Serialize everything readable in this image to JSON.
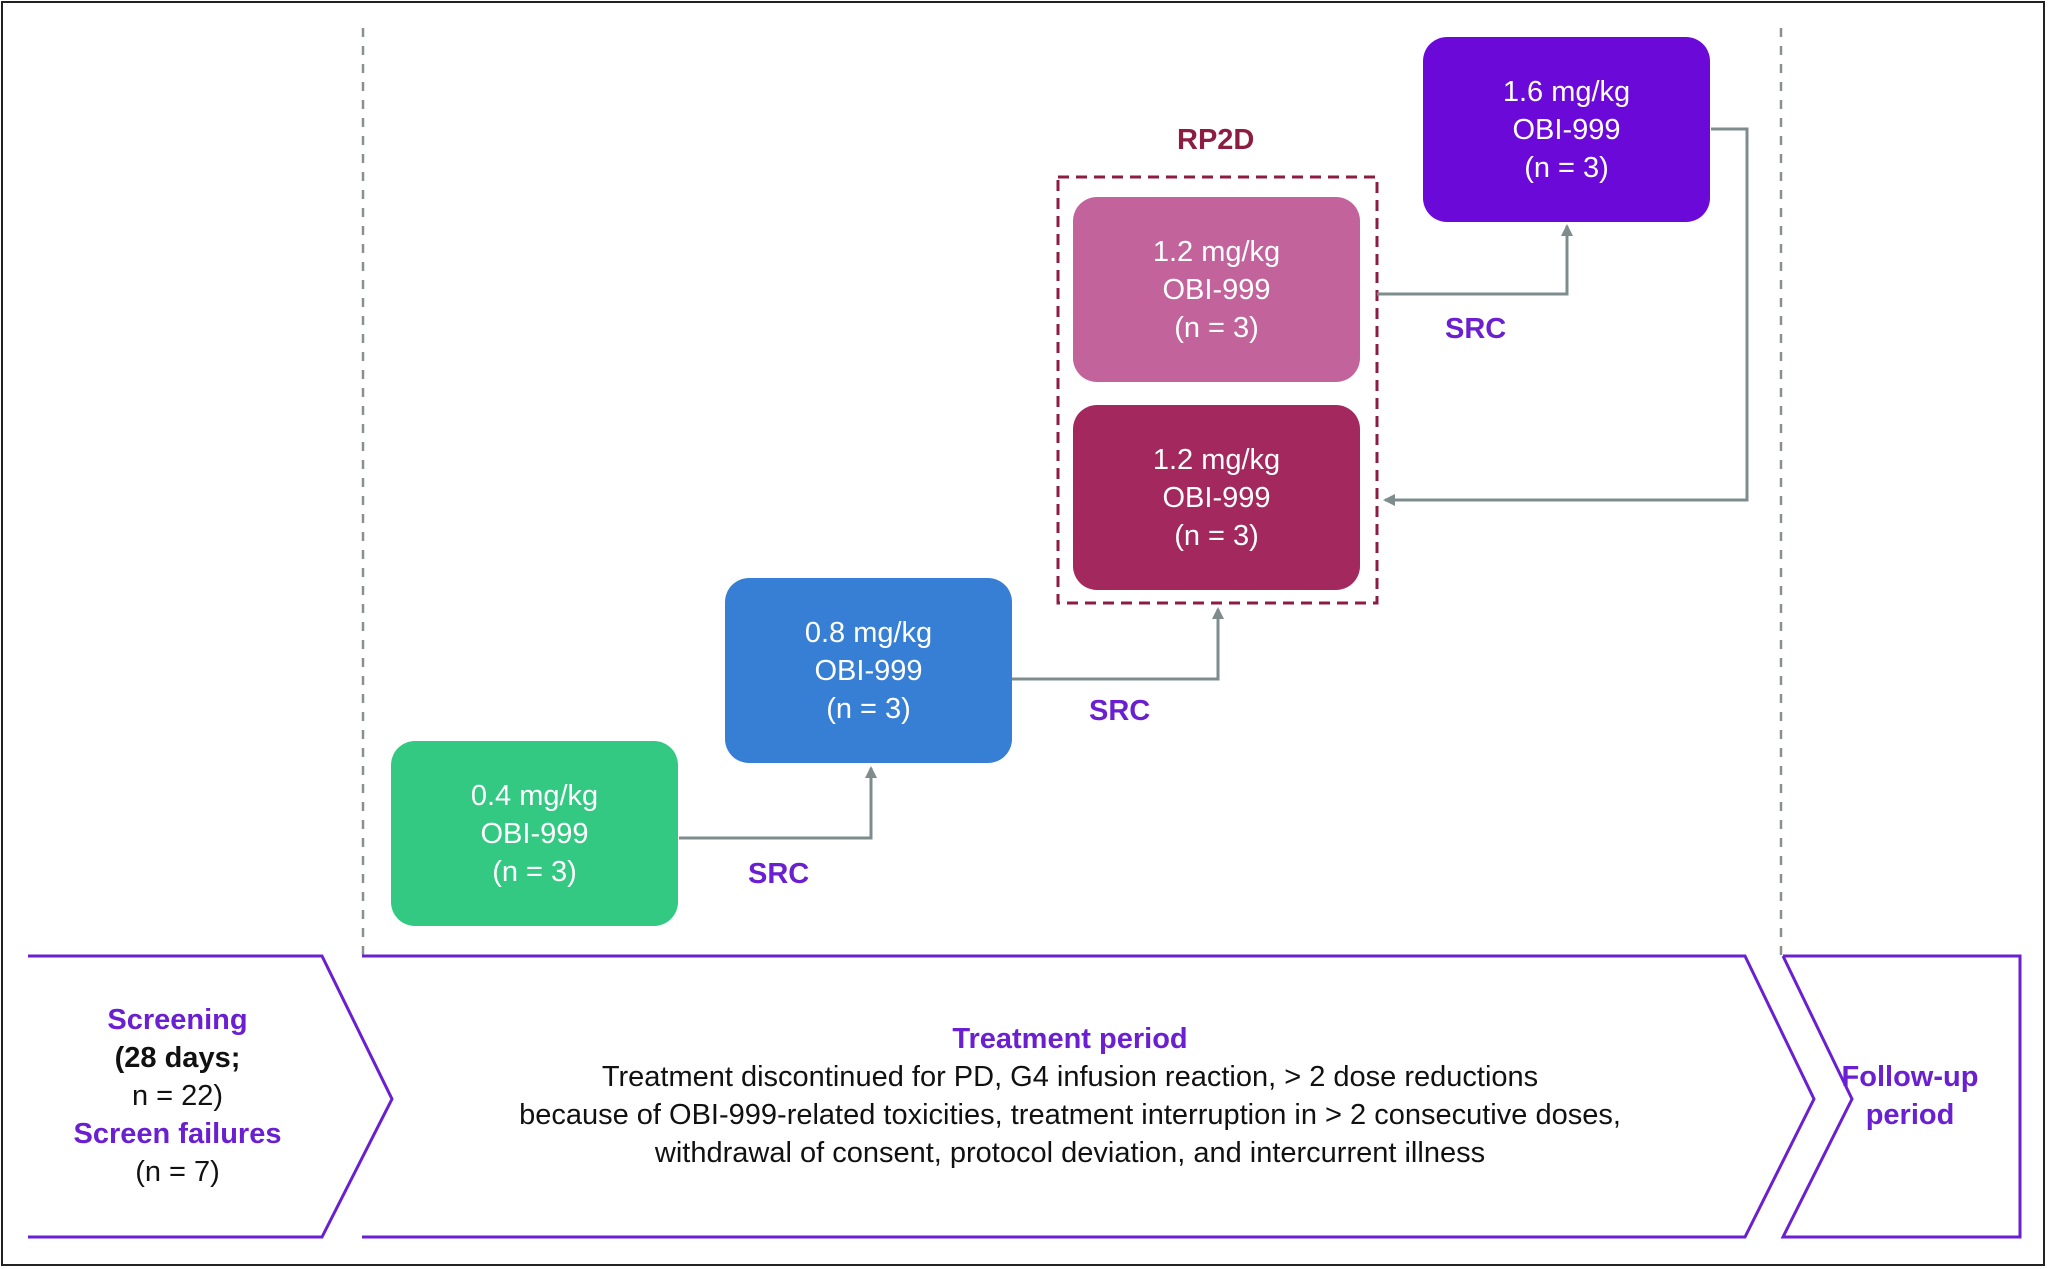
{
  "doses": [
    {
      "dose": "0.4 mg/kg",
      "drug": "OBI-999",
      "n": "(n = 3)",
      "color": "#33c983"
    },
    {
      "dose": "0.8 mg/kg",
      "drug": "OBI-999",
      "n": "(n = 3)",
      "color": "#367fd4"
    },
    {
      "dose": "1.2 mg/kg",
      "drug": "OBI-999",
      "n": "(n = 3)",
      "color": "#c2639c"
    },
    {
      "dose": "1.2 mg/kg",
      "drug": "OBI-999",
      "n": "(n = 3)",
      "color": "#a3285e"
    },
    {
      "dose": "1.6 mg/kg",
      "drug": "OBI-999",
      "n": "(n = 3)",
      "color": "#6b0ad8"
    }
  ],
  "src_label": "SRC",
  "rp2d_label": "RP2D",
  "screening": {
    "title": "Screening",
    "duration": "(28 days;",
    "count": "n = 22)",
    "failures_title": "Screen failures",
    "failures_count": "(n = 7)"
  },
  "treatment": {
    "title": "Treatment period",
    "line1": "Treatment discontinued for PD, G4 infusion reaction, > 2 dose reductions",
    "line2": "because of OBI-999-related toxicities, treatment interruption in > 2 consecutive doses,",
    "line3": "withdrawal of consent, protocol deviation, and intercurrent illness"
  },
  "followup": {
    "line1": "Follow-up",
    "line2": "period"
  },
  "colors": {
    "accent_purple": "#6a1fd0",
    "rp2d_red": "#8c1d40",
    "connector_gray": "#7f8c8d"
  }
}
